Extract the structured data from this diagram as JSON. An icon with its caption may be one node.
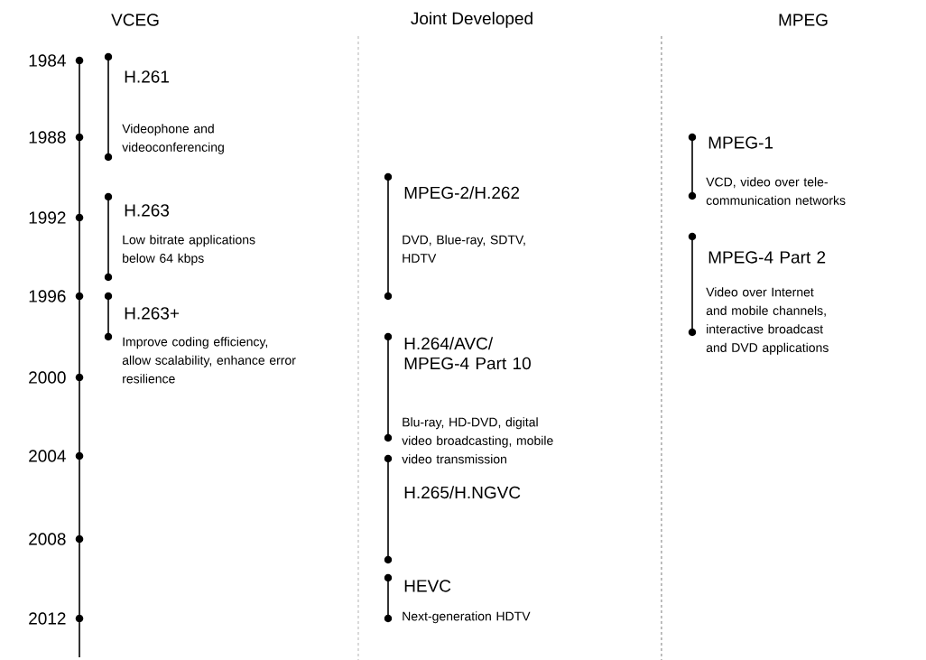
{
  "diagram": {
    "nodes": [
      {
        "text": [
          "H.261",
          "Videophone and videoconferencing"
        ]
      },
      {
        "text": [
          "H.263",
          "Low bitrate applications below 64 kbps"
        ]
      },
      {
        "text": [
          "H.263+",
          "Improve coding efficiency, allow scalability, enhance error resilience"
        ]
      },
      {
        "text": [
          "MPEG-2/H.262",
          "DVD, Blue-ray, SDTV, HDTV"
        ]
      },
      {
        "text": [
          "H.264/AVC/ MPEG-4 Part 10",
          "Blu-ray, HD-DVD, digital video broadcasting, mobile video transmission"
        ]
      },
      {
        "text": [
          "H.265/H.NGVC"
        ]
      },
      {
        "text": [
          "HEVC",
          "Next-generation HDTV"
        ]
      },
      {
        "text": [
          "MPEG-1",
          "VCD, video over tele-communication networks"
        ]
      },
      {
        "text": [
          "MPEG-4 Part 2",
          "Video over Internet and mobile channels, interactive broadcast and DVD applications"
        ]
      }
    ],
    "labels": [
      "VCEG",
      "Joint Developed",
      "MPEG",
      "1984",
      "1988",
      "1992",
      "1996",
      "2000",
      "2004",
      "2008",
      "2012"
    ]
  }
}
